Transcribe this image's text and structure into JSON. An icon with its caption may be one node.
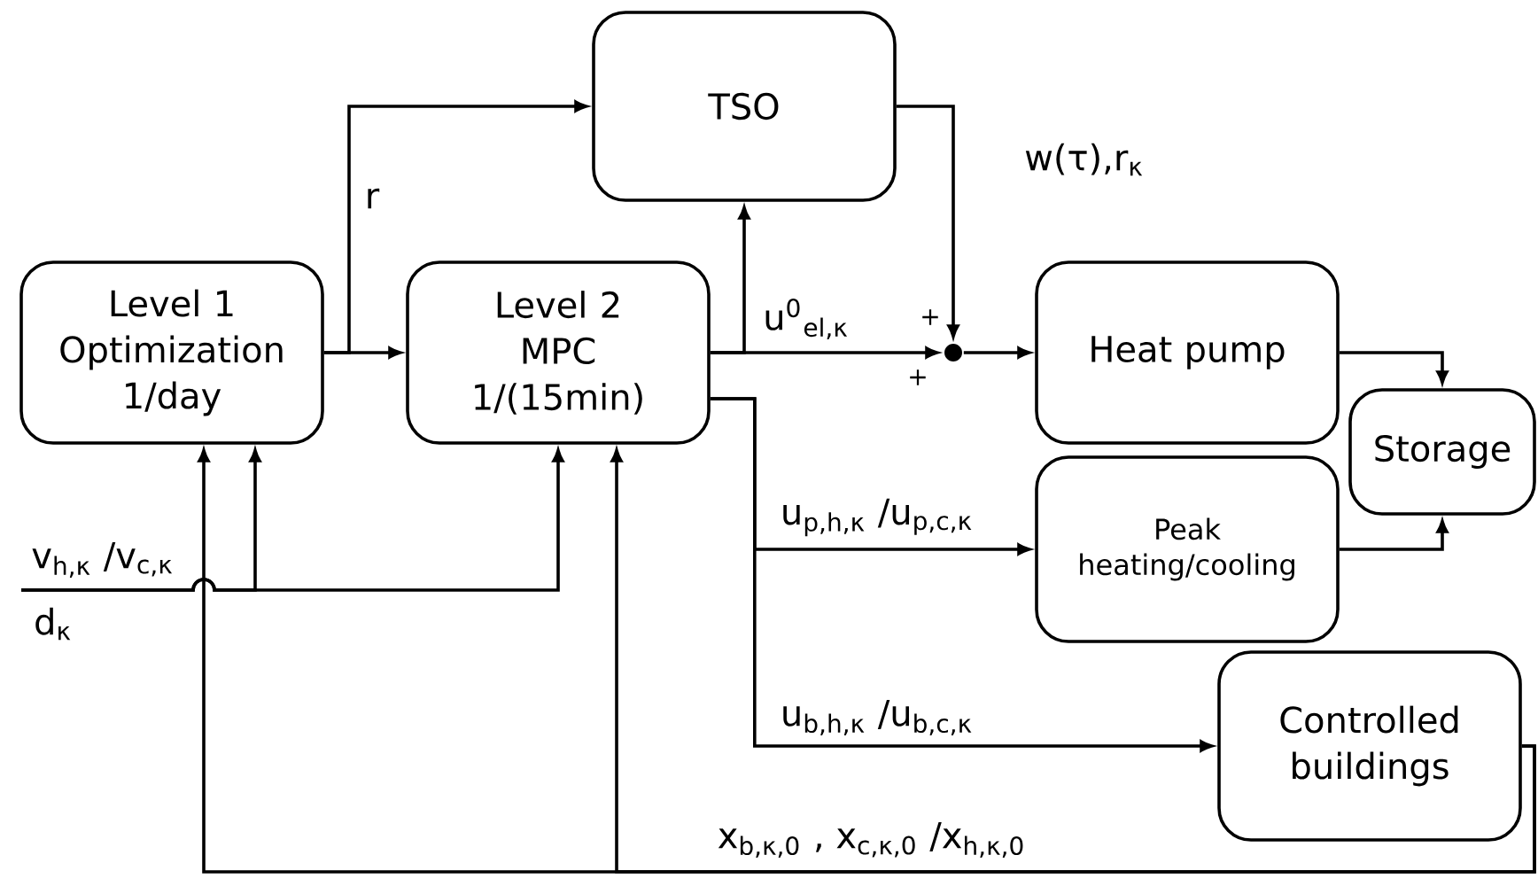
{
  "diagram": {
    "nodes": [
      {
        "text": [
          "Level 1",
          "Optimization",
          "1/day"
        ]
      },
      {
        "text": [
          "Level 2",
          "MPC",
          "1/(15min)"
        ]
      },
      {
        "text": [
          "TSO"
        ]
      },
      {
        "text": [
          "Heat pump"
        ]
      },
      {
        "text": [
          "Storage"
        ]
      },
      {
        "text": [
          "Peak heating/cooling"
        ]
      },
      {
        "text": [
          "Controlled buildings"
        ]
      },
      {
        "text": [],
        "shape": "circle",
        "beside": [
          "+",
          "+"
        ]
      }
    ],
    "edges": [
      {
        "from": 0,
        "to": 1,
        "arrow": "to"
      },
      {
        "from": 0,
        "to": 2,
        "arrow": "to",
        "label": "r"
      },
      {
        "from": 1,
        "to": 2,
        "arrow": "to"
      },
      {
        "from": 1,
        "to": 7,
        "arrow": "to",
        "label": "u$^{0}$$_{el,κ}$"
      },
      {
        "from": 2,
        "to": 7,
        "arrow": "to",
        "label": "w(τ),r$_{κ}$"
      },
      {
        "from": 7,
        "to": 3,
        "arrow": "to"
      },
      {
        "from": 3,
        "to": 4,
        "arrow": "to"
      },
      {
        "from": 5,
        "to": 4,
        "arrow": "to"
      },
      {
        "from": 1,
        "to": 5,
        "arrow": "to",
        "label": "u$_{p,h,κ}$ /u$_{p,c,κ}$"
      },
      {
        "from": 1,
        "to": 6,
        "arrow": "to",
        "label": "u$_{b,h,κ}$ /u$_{b,c,κ}$"
      },
      {
        "from": 6,
        "to": 0,
        "arrow": "to",
        "label": "x$_{b,κ,0}$ , x$_{c,κ,0}$ /x$_{h,κ,0}$"
      },
      {
        "from": 6,
        "to": 1,
        "arrow": "to"
      },
      {
        "from": null,
        "to": 0,
        "arrow": "to",
        "label": "v$_{h,κ}$ /v$_{c,κ}$"
      },
      {
        "from": null,
        "to": 1,
        "arrow": "to"
      }
    ],
    "labels": [
      "d$_{κ}$"
    ]
  }
}
